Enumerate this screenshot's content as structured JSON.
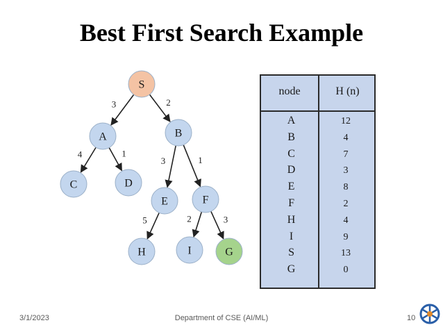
{
  "slide": {
    "title": "Best First Search Example"
  },
  "tree": {
    "nodes": [
      {
        "id": "S",
        "label": "S",
        "color": "#f4c3a4"
      },
      {
        "id": "A",
        "label": "A",
        "color": "#c3d6ee"
      },
      {
        "id": "B",
        "label": "B",
        "color": "#c3d6ee"
      },
      {
        "id": "C",
        "label": "C",
        "color": "#c3d6ee"
      },
      {
        "id": "D",
        "label": "D",
        "color": "#c3d6ee"
      },
      {
        "id": "E",
        "label": "E",
        "color": "#c3d6ee"
      },
      {
        "id": "F",
        "label": "F",
        "color": "#c3d6ee"
      },
      {
        "id": "H",
        "label": "H",
        "color": "#c3d6ee"
      },
      {
        "id": "I",
        "label": "I",
        "color": "#c3d6ee"
      },
      {
        "id": "G",
        "label": "G",
        "color": "#a5d38c"
      }
    ],
    "edges": [
      {
        "from": "S",
        "to": "A",
        "cost": "3"
      },
      {
        "from": "S",
        "to": "B",
        "cost": "2"
      },
      {
        "from": "A",
        "to": "C",
        "cost": "4"
      },
      {
        "from": "A",
        "to": "D",
        "cost": "1"
      },
      {
        "from": "B",
        "to": "E",
        "cost": "3"
      },
      {
        "from": "B",
        "to": "F",
        "cost": "1"
      },
      {
        "from": "E",
        "to": "H",
        "cost": "5"
      },
      {
        "from": "F",
        "to": "I",
        "cost": "2"
      },
      {
        "from": "F",
        "to": "G",
        "cost": "3"
      }
    ]
  },
  "heuristic_table": {
    "headers": {
      "node": "node",
      "h": "H (n)"
    },
    "rows": [
      {
        "node": "A",
        "h": "12"
      },
      {
        "node": "B",
        "h": "4"
      },
      {
        "node": "C",
        "h": "7"
      },
      {
        "node": "D",
        "h": "3"
      },
      {
        "node": "E",
        "h": "8"
      },
      {
        "node": "F",
        "h": "2"
      },
      {
        "node": "H",
        "h": "4"
      },
      {
        "node": "I",
        "h": "9"
      },
      {
        "node": "S",
        "h": "13"
      },
      {
        "node": "G",
        "h": "0"
      }
    ]
  },
  "footer": {
    "date": "3/1/2023",
    "department": "Department of CSE (AI/ML)",
    "page": "10"
  },
  "colors": {
    "start_node": "#f4c3a4",
    "goal_node": "#a5d38c",
    "default_node": "#c3d6ee",
    "table_fill": "#c7d5ec"
  }
}
